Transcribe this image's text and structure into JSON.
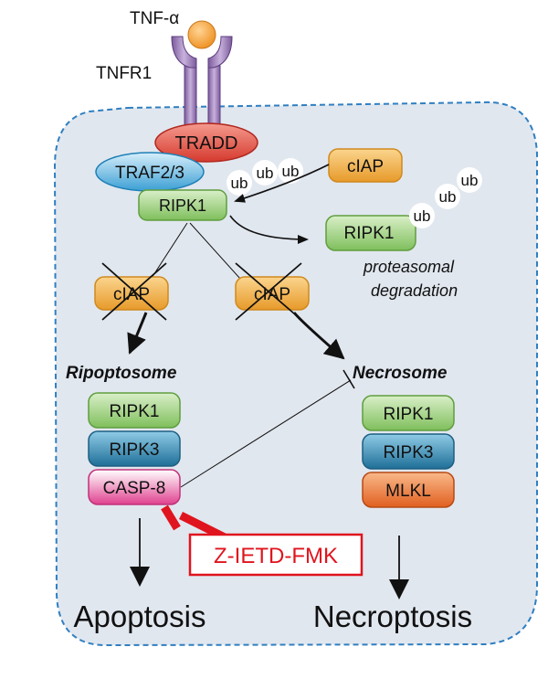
{
  "ligand": {
    "label": "TNF-α"
  },
  "receptor": {
    "label": "TNFR1"
  },
  "adaptors": {
    "tradd": "TRADD",
    "traf": "TRAF2/3"
  },
  "complex_i": {
    "ripk1": "RIPK1",
    "ciap": "cIAP",
    "ub_label": "ub"
  },
  "degradation": {
    "ripk1": "RIPK1",
    "caption_line1": "proteasomal",
    "caption_line2": "degradation"
  },
  "inhibited_ciap": {
    "left": "cIAP",
    "right": "cIAP"
  },
  "ripoptosome": {
    "title": "Ripoptosome",
    "components": [
      "RIPK1",
      "RIPK3",
      "CASP-8"
    ]
  },
  "necrosome": {
    "title": "Necrosome",
    "components": [
      "RIPK1",
      "RIPK3",
      "MLKL"
    ]
  },
  "inhibitor": {
    "label": "Z-IETD-FMK",
    "color": "#e0141e"
  },
  "outcomes": {
    "apoptosis": "Apoptosis",
    "necroptosis": "Necroptosis"
  },
  "colors": {
    "cell_fill": "#e3e9f1",
    "cell_border": "#2f7fc1",
    "tnf_orange": "#f3a23c",
    "receptor_purple": "#9b7bb7",
    "tradd_red": "#e8524a",
    "traf_blue": "#3ea8de",
    "ripk1_green": "#8cc56c",
    "ciap_orange": "#f8c04e",
    "ripk3_blue": "#2c7fa6",
    "casp8_pink": "#ef5aa4",
    "mlkl_orange": "#ee7a3c"
  }
}
